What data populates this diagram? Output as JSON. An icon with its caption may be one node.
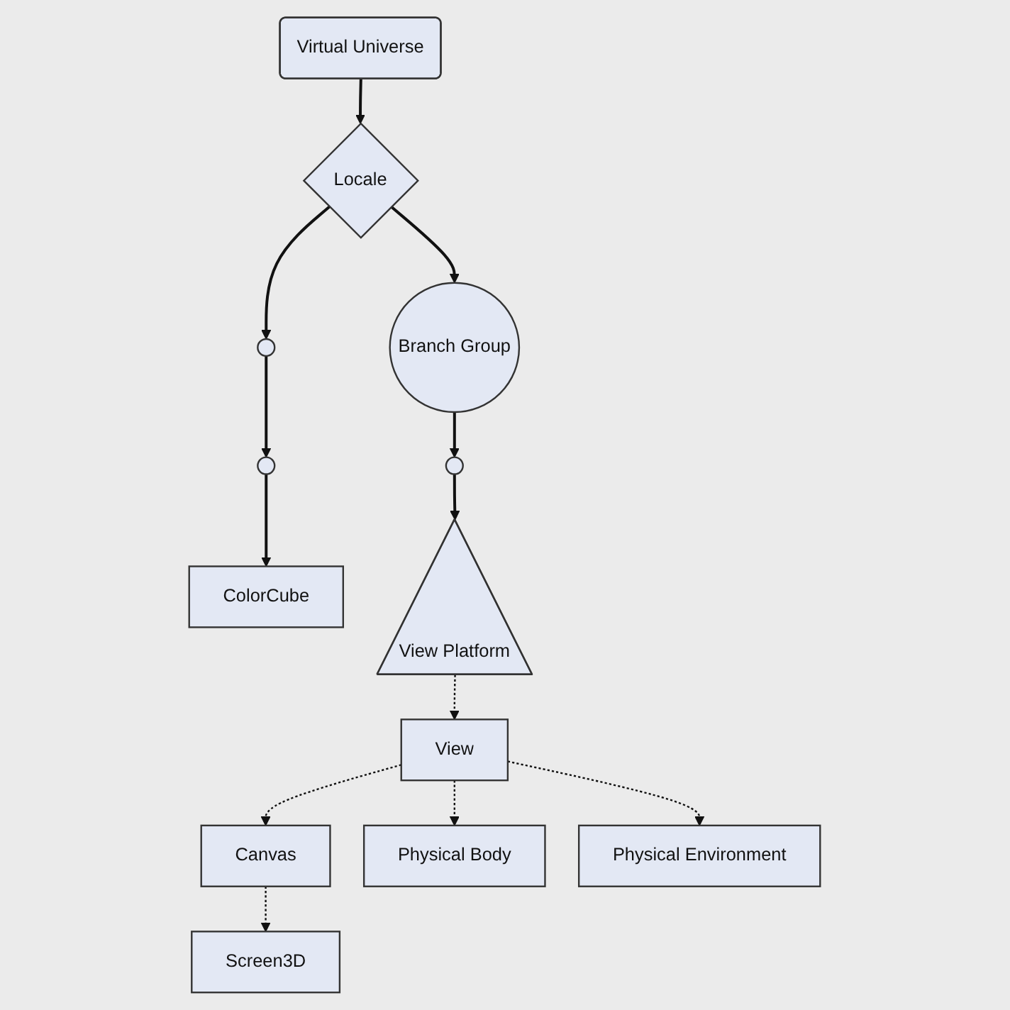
{
  "diagram": {
    "nodes": [
      {
        "text": [
          "Virtual Universe"
        ]
      },
      {
        "text": [
          "Locale"
        ]
      },
      {
        "text": [],
        "shape": "circle"
      },
      {
        "text": [
          "Branch Group"
        ]
      },
      {
        "text": [],
        "shape": "circle"
      },
      {
        "text": [],
        "shape": "circle"
      },
      {
        "text": [
          "ColorCube"
        ]
      },
      {
        "text": [
          "View Platform"
        ]
      },
      {
        "text": [
          "View"
        ]
      },
      {
        "text": [
          "Canvas"
        ]
      },
      {
        "text": [
          "Screen3D"
        ]
      },
      {
        "text": [
          "Physical Body"
        ]
      },
      {
        "text": [
          "Physical Environment"
        ]
      }
    ],
    "edges": [
      {
        "from": 0,
        "to": 1,
        "arrow": "to"
      },
      {
        "from": 1,
        "to": 2,
        "arrow": "to"
      },
      {
        "from": 1,
        "to": 3,
        "arrow": "to"
      },
      {
        "from": 2,
        "to": 4,
        "arrow": "to"
      },
      {
        "from": 3,
        "to": 5,
        "arrow": "to"
      },
      {
        "from": 4,
        "to": 6,
        "arrow": "to"
      },
      {
        "from": 5,
        "to": 7,
        "arrow": "to"
      },
      {
        "from": 7,
        "to": 8,
        "arrow": "to",
        "style": "dashed"
      },
      {
        "from": 8,
        "to": 9,
        "arrow": "to",
        "style": "dashed"
      },
      {
        "from": 9,
        "to": 10,
        "arrow": "to",
        "style": "dashed"
      },
      {
        "from": 8,
        "to": 11,
        "arrow": "to",
        "style": "dashed"
      },
      {
        "from": 8,
        "to": 12,
        "arrow": "to",
        "style": "dashed"
      }
    ]
  }
}
